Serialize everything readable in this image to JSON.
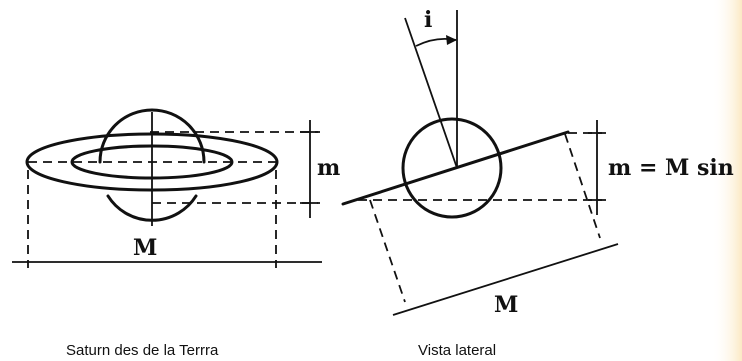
{
  "left_figure": {
    "caption": "Saturn des de la Terrra",
    "label_small_axis": "m",
    "label_major_axis": "M"
  },
  "right_figure": {
    "caption": "Vista lateral",
    "label_angle": "i",
    "label_equation": "m = M sin i",
    "label_major_axis": "M"
  },
  "colors": {
    "ink": "#111111",
    "background": "#ffffff",
    "edge_tint": "#fbe9c4"
  }
}
